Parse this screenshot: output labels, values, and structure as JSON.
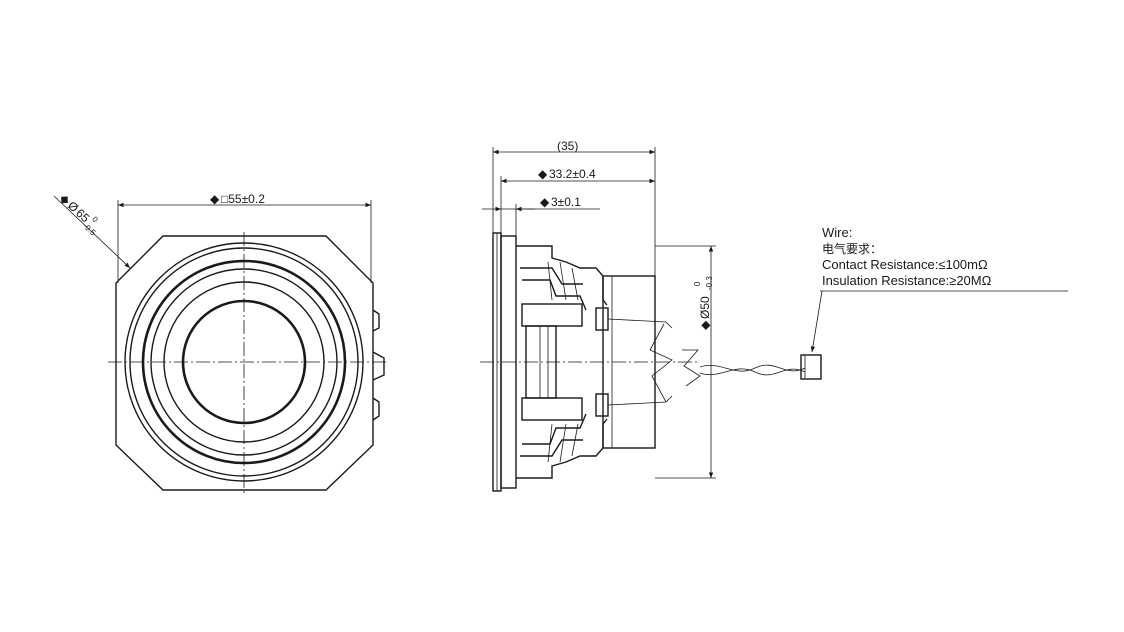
{
  "front_view": {
    "dia_symbol": "Ø",
    "dia_value": "65",
    "dia_tol_upper": "0",
    "dia_tol_lower": "-0.5",
    "square_label": "□55±0.2",
    "marker": "◆"
  },
  "side_view": {
    "overall_length": "(35)",
    "depth": "33.2±0.4",
    "flange": "3±0.1",
    "magnet_dia": "Ø50",
    "magnet_tol_upper": "0",
    "magnet_tol_lower": "-0.3",
    "marker": "◆"
  },
  "wire_note": {
    "title": "Wire:",
    "requirements_cn": "电气要求：",
    "contact": "Contact Resistance:≤100mΩ",
    "insulation": "Insulation Resistance:≥20MΩ"
  }
}
